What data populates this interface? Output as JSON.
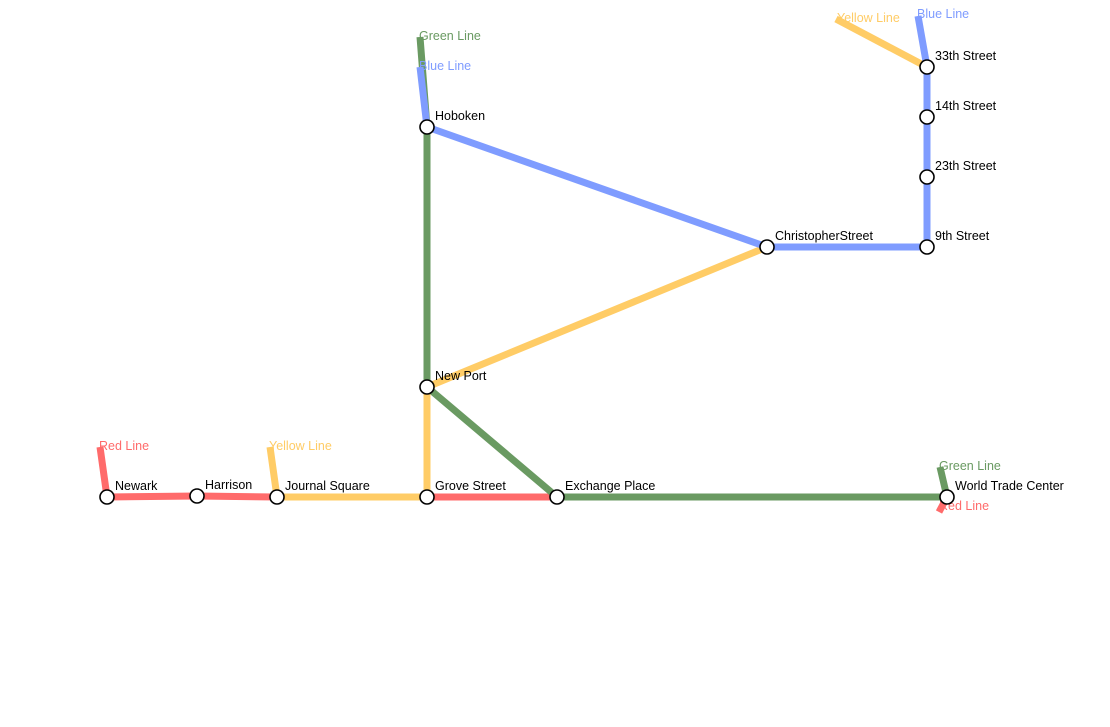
{
  "lines": {
    "red": {
      "name": "Red Line",
      "color": "#ff6b6b"
    },
    "yellow": {
      "name": "Yellow Line",
      "color": "#ffcc66"
    },
    "green": {
      "name": "Green Line",
      "color": "#6a9a62"
    },
    "blue": {
      "name": "Blue Line",
      "color": "#7f9cff"
    }
  },
  "stations": {
    "newark": "Newark",
    "harrison": "Harrison",
    "journal_square": "Journal Square",
    "grove_street": "Grove Street",
    "exchange_place": "Exchange Place",
    "world_trade": "World Trade Center",
    "new_port": "New Port",
    "hoboken": "Hoboken",
    "christopher": "ChristopherStreet",
    "ninth": "9th Street",
    "twentythird": "23th Street",
    "fourteenth": "14th Street",
    "thirtythird": "33th Street"
  }
}
